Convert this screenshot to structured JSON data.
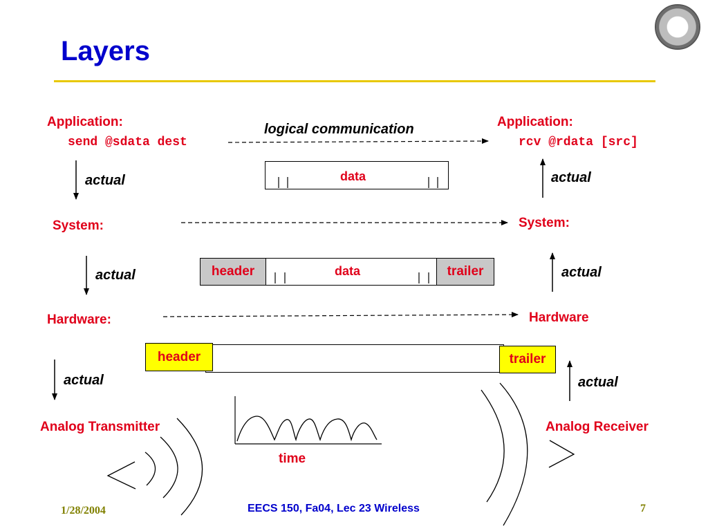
{
  "title": "Layers",
  "left": {
    "application_label": "Application:",
    "application_code": "send @sdata dest",
    "system_label": "System:",
    "hardware_label": "Hardware:",
    "analog_label": "Analog Transmitter"
  },
  "right": {
    "application_label": "Application:",
    "application_code": "rcv @rdata [src]",
    "system_label": "System:",
    "hardware_label": "Hardware",
    "analog_label": "Analog Receiver"
  },
  "logical_label": "logical communication",
  "actual_label": "actual",
  "packets": {
    "app": {
      "data": "data"
    },
    "system": {
      "header": "header",
      "data": "data",
      "trailer": "trailer"
    },
    "hardware": {
      "header": "header",
      "trailer": "trailer"
    }
  },
  "waveform_label": "time",
  "footer": {
    "date": "1/28/2004",
    "course": "EECS 150, Fa04, Lec 23 Wireless",
    "page": "7"
  },
  "colors": {
    "title": "#0000cc",
    "label": "#e0001a",
    "rule": "#e8c800",
    "footer_date": "#808000",
    "footer_course": "#0000cc",
    "footer_page": "#808000"
  }
}
